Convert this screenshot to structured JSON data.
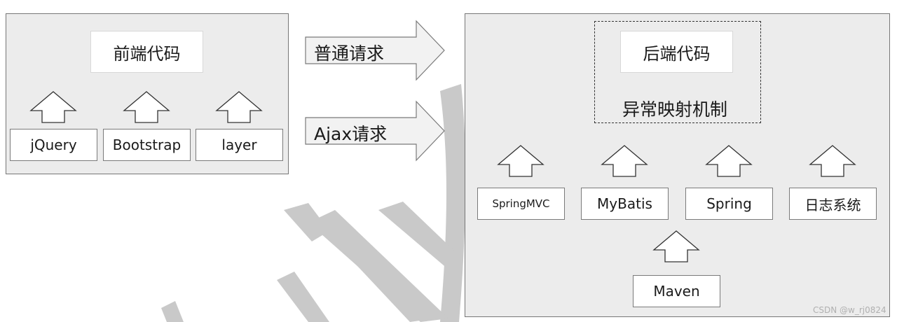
{
  "frontend": {
    "title": "前端代码",
    "libs": [
      "jQuery",
      "Bootstrap",
      "layer"
    ]
  },
  "requests": {
    "normal": "普通请求",
    "ajax": "Ajax请求"
  },
  "backend": {
    "title": "后端代码",
    "mechanism": "异常映射机制",
    "frameworks": [
      "SpringMVC",
      "MyBatis",
      "Spring",
      "日志系统"
    ],
    "build": "Maven"
  },
  "watermark_credit": "CSDN @w_rj0824",
  "colors": {
    "panel_bg": "#ececec",
    "panel_border": "#777777",
    "arrow_fill": "#f2f2f2",
    "watermark": "#c4c4c4"
  },
  "icons": [
    "up-arrow-icon",
    "right-arrow-icon"
  ]
}
